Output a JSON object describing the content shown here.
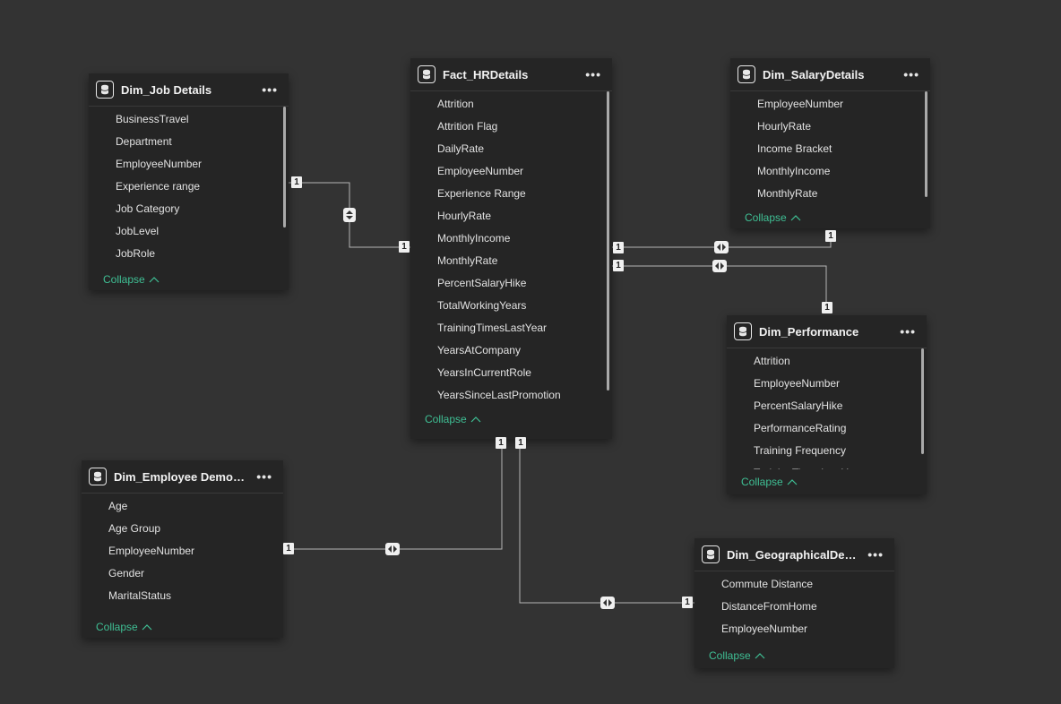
{
  "tables": {
    "job": {
      "title": "Dim_Job Details",
      "fields": [
        "BusinessTravel",
        "Department",
        "EmployeeNumber",
        "Experience range",
        "Job Category",
        "JobLevel",
        "JobRole"
      ],
      "collapse": "Collapse"
    },
    "fact": {
      "title": "Fact_HRDetails",
      "fields": [
        "Attrition",
        "Attrition Flag",
        "DailyRate",
        "EmployeeNumber",
        "Experience Range",
        "HourlyRate",
        "MonthlyIncome",
        "MonthlyRate",
        "PercentSalaryHike",
        "TotalWorkingYears",
        "TrainingTimesLastYear",
        "YearsAtCompany",
        "YearsInCurrentRole",
        "YearsSinceLastPromotion"
      ],
      "collapse": "Collapse"
    },
    "salary": {
      "title": "Dim_SalaryDetails",
      "fields": [
        "EmployeeNumber",
        "HourlyRate",
        "Income Bracket",
        "MonthlyIncome",
        "MonthlyRate"
      ],
      "collapse": "Collapse"
    },
    "performance": {
      "title": "Dim_Performance",
      "fields": [
        "Attrition",
        "EmployeeNumber",
        "PercentSalaryHike",
        "PerformanceRating",
        "Training Frequency",
        "TrainingTimesLastYear"
      ],
      "collapse": "Collapse"
    },
    "demographics": {
      "title": "Dim_Employee Demogr...",
      "fields": [
        "Age",
        "Age Group",
        "EmployeeNumber",
        "Gender",
        "MaritalStatus"
      ],
      "collapse": "Collapse"
    },
    "geo": {
      "title": "Dim_GeographicalDetails",
      "fields": [
        "Commute Distance",
        "DistanceFromHome",
        "EmployeeNumber"
      ],
      "collapse": "Collapse"
    }
  },
  "more_label": "•••",
  "cardinality": "1",
  "colors": {
    "canvas": "#333333",
    "card": "#252525",
    "link": "#3fbf94",
    "line": "#b5b5b5",
    "badge": "#f0f0f0"
  }
}
